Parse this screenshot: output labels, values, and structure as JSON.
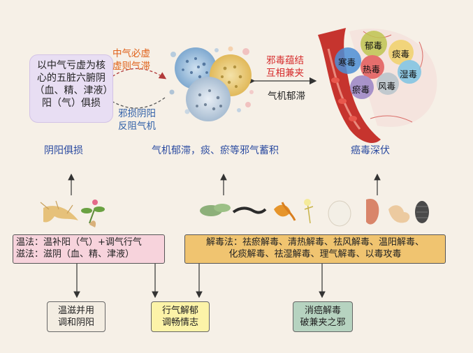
{
  "top": {
    "deficiency_text": "以中气亏虚为核心的五脏六腑阴（血、精、津液）阳（气）俱损",
    "arrow_top_text": [
      "中气必虚",
      "虚则气滞"
    ],
    "arrow_bottom_text": [
      "邪损阴阳",
      "反阻气机"
    ],
    "binding_text": [
      "邪毒蕴结",
      "互相兼夹"
    ],
    "qi_stagnation_text": "气机郁滞",
    "captions": {
      "left": "阴阳俱损",
      "middle": "气机郁滞，痰、瘀等邪气蓄积",
      "right": "癌毒深伏"
    },
    "toxins": [
      "郁毒",
      "痰毒",
      "寒毒",
      "热毒",
      "湿毒",
      "瘀毒",
      "风毒"
    ]
  },
  "methods": {
    "warm_nourish": [
      "温法：温补阳（气）+调气行气",
      "滋法：滋阴（血、精、津液）"
    ],
    "detox": [
      "解毒法：祛瘀解毒、清热解毒、祛风解毒、温阳解毒、",
      "化痰解毒、祛湿解毒、理气解毒、以毒攻毒"
    ]
  },
  "results": {
    "yin_yang": [
      "温滋并用",
      "调和阴阳"
    ],
    "qi_regulate": [
      "行气解郁",
      "调畅情志"
    ],
    "cancer": [
      "消癌解毒",
      "破兼夹之邪"
    ]
  },
  "colors": {
    "background": "#f6f0e7",
    "purple_box": "#e8def3",
    "pink_box": "#f7d3dc",
    "gold_box": "#f0c470",
    "yellow_box": "#fcf3a8",
    "green_box": "#b6d3c0"
  }
}
